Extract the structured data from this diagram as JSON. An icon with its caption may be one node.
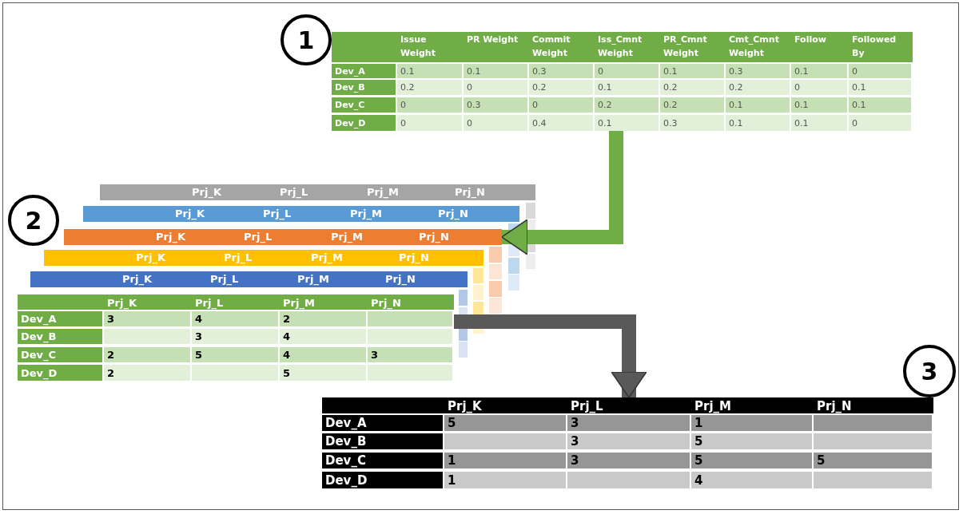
{
  "diagram": {
    "nodes": [
      {
        "beside": [
          "1"
        ],
        "text": [
          "Issue Weight",
          "PR Weight",
          "Commit Weight",
          "Iss_Cmnt Weight",
          "PR_Cmnt Weight",
          "Cmt_Cmnt Weight",
          "Follow",
          "Followed By",
          "Dev_A",
          "0.1",
          "0.1",
          "0.3",
          "0",
          "0.1",
          "0.3",
          "0.1",
          "0",
          "Dev_B",
          "0.2",
          "0",
          "0.2",
          "0.1",
          "0.2",
          "0.2",
          "0",
          "0.1",
          "Dev_C",
          "0",
          "0.3",
          "0",
          "0.2",
          "0.2",
          "0.1",
          "0.1",
          "0.1",
          "Dev_D",
          "0",
          "0",
          "0.4",
          "0.1",
          "0.3",
          "0.1",
          "0.1",
          "0"
        ]
      },
      {
        "text": [
          "Prj_K",
          "Prj_L",
          "Prj_M",
          "Prj_N"
        ]
      },
      {
        "text": [
          "Prj_K",
          "Prj_L",
          "Prj_M",
          "Prj_N"
        ]
      },
      {
        "text": [
          "Prj_K",
          "Prj_L",
          "Prj_M",
          "Prj_N"
        ]
      },
      {
        "text": [
          "Prj_K",
          "Prj_L",
          "Prj_M",
          "Prj_N"
        ]
      },
      {
        "text": [
          "Prj_K",
          "Prj_L",
          "Prj_M",
          "Prj_N"
        ]
      },
      {
        "text": [
          "Prj_K",
          "Prj_L",
          "Prj_M",
          "Prj_N",
          "Dev_A",
          "3",
          "4",
          "2",
          "Dev_B",
          "3",
          "4",
          "Dev_C",
          "2",
          "5",
          "4",
          "3",
          "Dev_D",
          "2",
          "5"
        ]
      },
      {
        "beside": [
          "3"
        ],
        "text": [
          "Prj_K",
          "Prj_L",
          "Prj_M",
          "Prj_N",
          "Dev_A",
          "5",
          "3",
          "1",
          "Dev_B",
          "3",
          "5",
          "Dev_C",
          "1",
          "3",
          "5",
          "5",
          "Dev_D",
          "1",
          "4"
        ]
      }
    ],
    "edges": [
      {
        "from": 0,
        "to": 3,
        "arrow": "to",
        "color": "#70ad47"
      },
      {
        "from": 6,
        "to": 7,
        "arrow": "to",
        "color": "#595959"
      }
    ],
    "labels": [
      "2"
    ]
  }
}
